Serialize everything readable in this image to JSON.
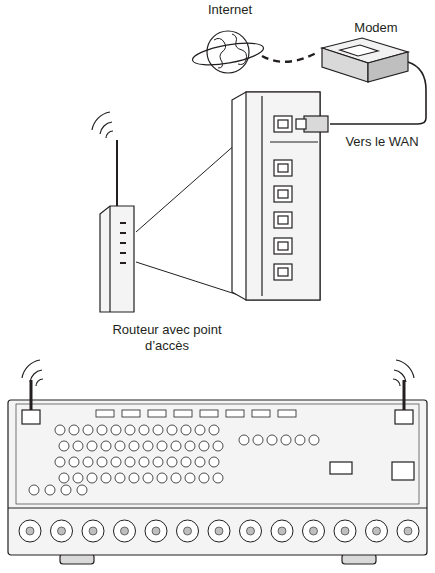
{
  "diagram": {
    "labels": [
      "Internet",
      "Modem",
      "Vers le WAN",
      "Routeur avec point d’accès"
    ]
  }
}
